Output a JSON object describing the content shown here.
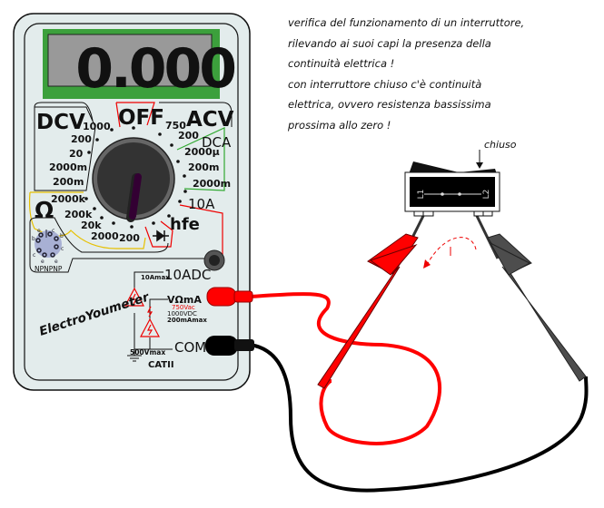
{
  "display": {
    "reading": "0.000"
  },
  "dial": {
    "off": "OFF",
    "dcv": "DCV",
    "acv": "ACV",
    "dca": "DCA",
    "ohm": "Ω",
    "hfe": "hfe",
    "dcv_ranges": [
      "1000",
      "200",
      "20",
      "2000m",
      "200m"
    ],
    "acv_ranges": [
      "750",
      "200"
    ],
    "dca_ranges": [
      "2000µ",
      "200m",
      "2000m"
    ],
    "amp_10": "10A",
    "ohm_ranges": [
      "2000k",
      "200k",
      "20k",
      "2000",
      "200"
    ]
  },
  "transistor_socket": {
    "label": "NPNPNP",
    "pins": [
      "e",
      "b",
      "c",
      "b",
      "c",
      "e",
      "c",
      "e"
    ]
  },
  "jacks": {
    "adc10": "10ADC",
    "adc10_max": "10Amax",
    "vohm": "VΩmA",
    "vac_max": "750Vac",
    "vdc_max": "1000VDC",
    "ma_max": "200mAmax",
    "com": "COM",
    "com_max": "500Vmax",
    "category": "CATII"
  },
  "brand": "ElectroYoumeter",
  "switch": {
    "state_label": "chiuso",
    "l1": "L1",
    "l2": "L2"
  },
  "note": {
    "lines": [
      "verifica del funzionamento di un interruttore,",
      "rilevando ai suoi capi la presenza della",
      "continuità elettrica !",
      "con interruttore chiuso c'è continuità",
      "elettrica, ovvero resistenza bassissima",
      "prossima allo zero !"
    ]
  },
  "colors": {
    "body": "#e3ecec",
    "display_frame": "#3ca03c",
    "lcd": "#999999",
    "red": "#ff0000",
    "black": "#000000",
    "probe_black": "#4d4d4d"
  }
}
